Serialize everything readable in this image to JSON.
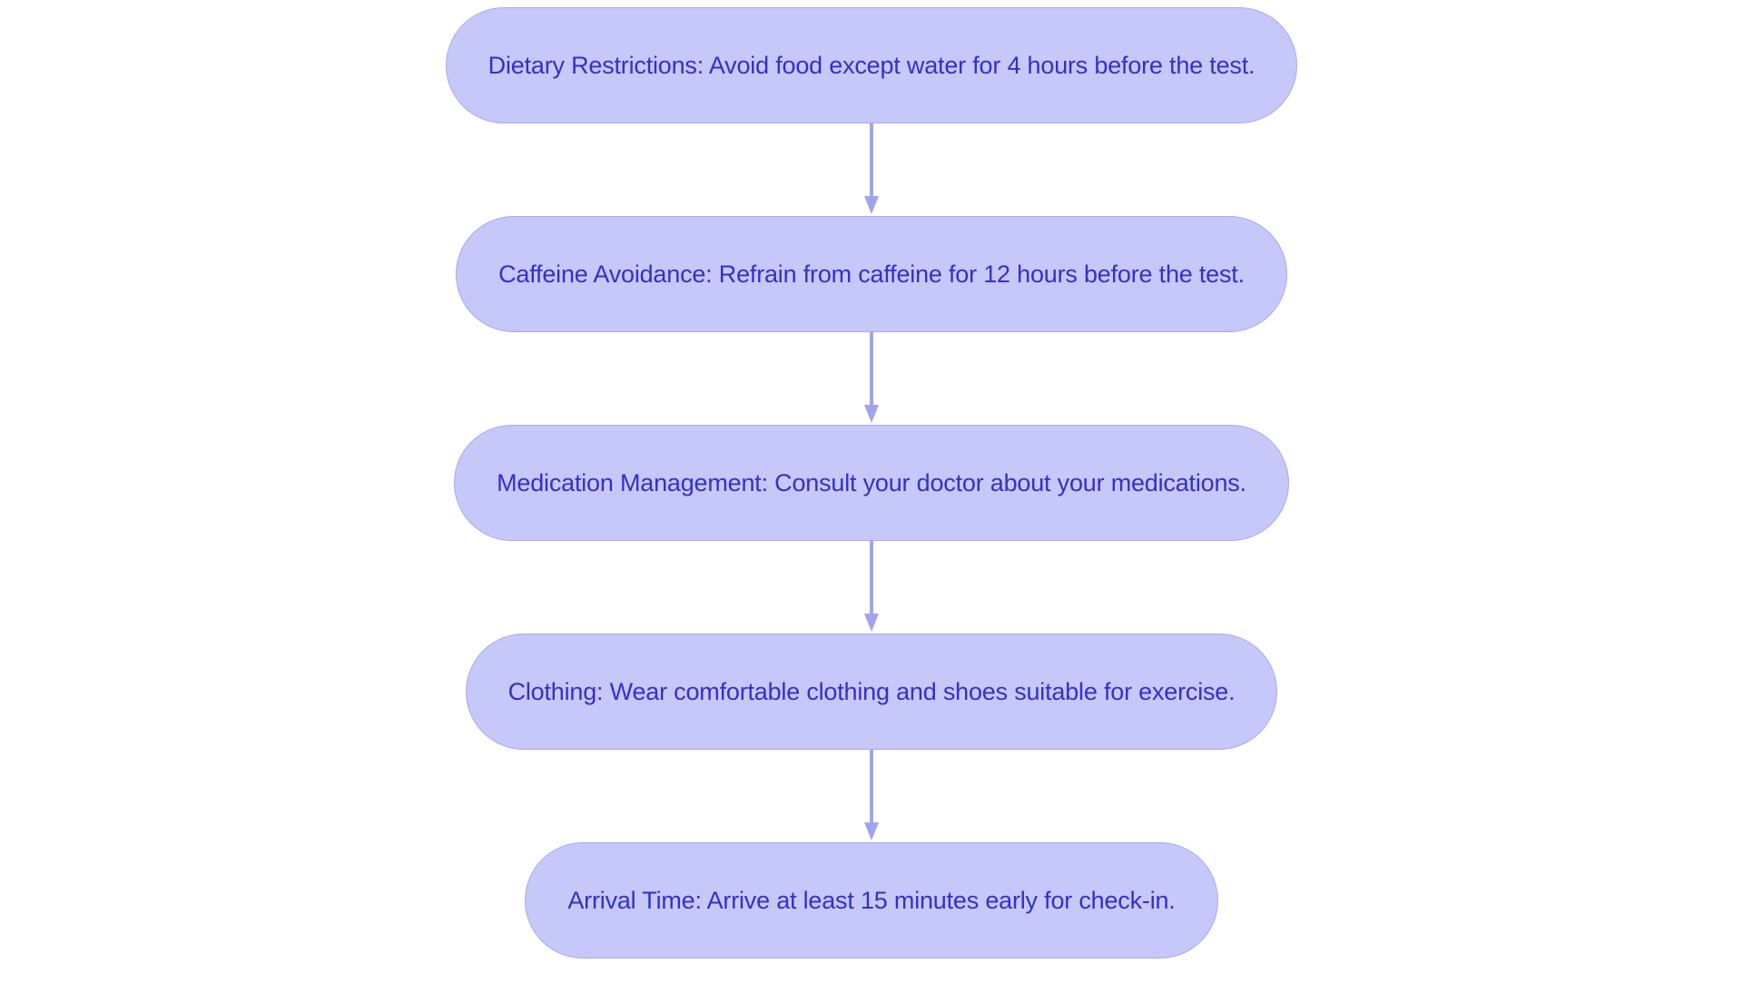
{
  "diagram": {
    "type": "flowchart",
    "orientation": "vertical-top-to-bottom",
    "background_color": "#ffffff",
    "node_fill_color": "#c5c8f9",
    "node_border_color": "#a5aaf0",
    "node_text_color": "#3330cc",
    "connector_color": "#9fa4f0",
    "nodes": [
      {
        "id": "node-1",
        "label": "Dietary Restrictions: Avoid food except water for 4 hours before the test."
      },
      {
        "id": "node-2",
        "label": "Caffeine Avoidance: Refrain from caffeine for 12 hours before the test."
      },
      {
        "id": "node-3",
        "label": "Medication Management: Consult your doctor about your medications."
      },
      {
        "id": "node-4",
        "label": "Clothing: Wear comfortable clothing and shoes suitable for exercise."
      },
      {
        "id": "node-5",
        "label": "Arrival Time: Arrive at least 15 minutes early for check-in."
      }
    ],
    "connectors": [
      {
        "id": "connector-1",
        "from": "node-1",
        "to": "node-2",
        "arrowhead": "down-triangle"
      },
      {
        "id": "connector-2",
        "from": "node-2",
        "to": "node-3",
        "arrowhead": "down-triangle"
      },
      {
        "id": "connector-3",
        "from": "node-3",
        "to": "node-4",
        "arrowhead": "down-triangle"
      },
      {
        "id": "connector-4",
        "from": "node-4",
        "to": "node-5",
        "arrowhead": "down-triangle"
      }
    ]
  }
}
